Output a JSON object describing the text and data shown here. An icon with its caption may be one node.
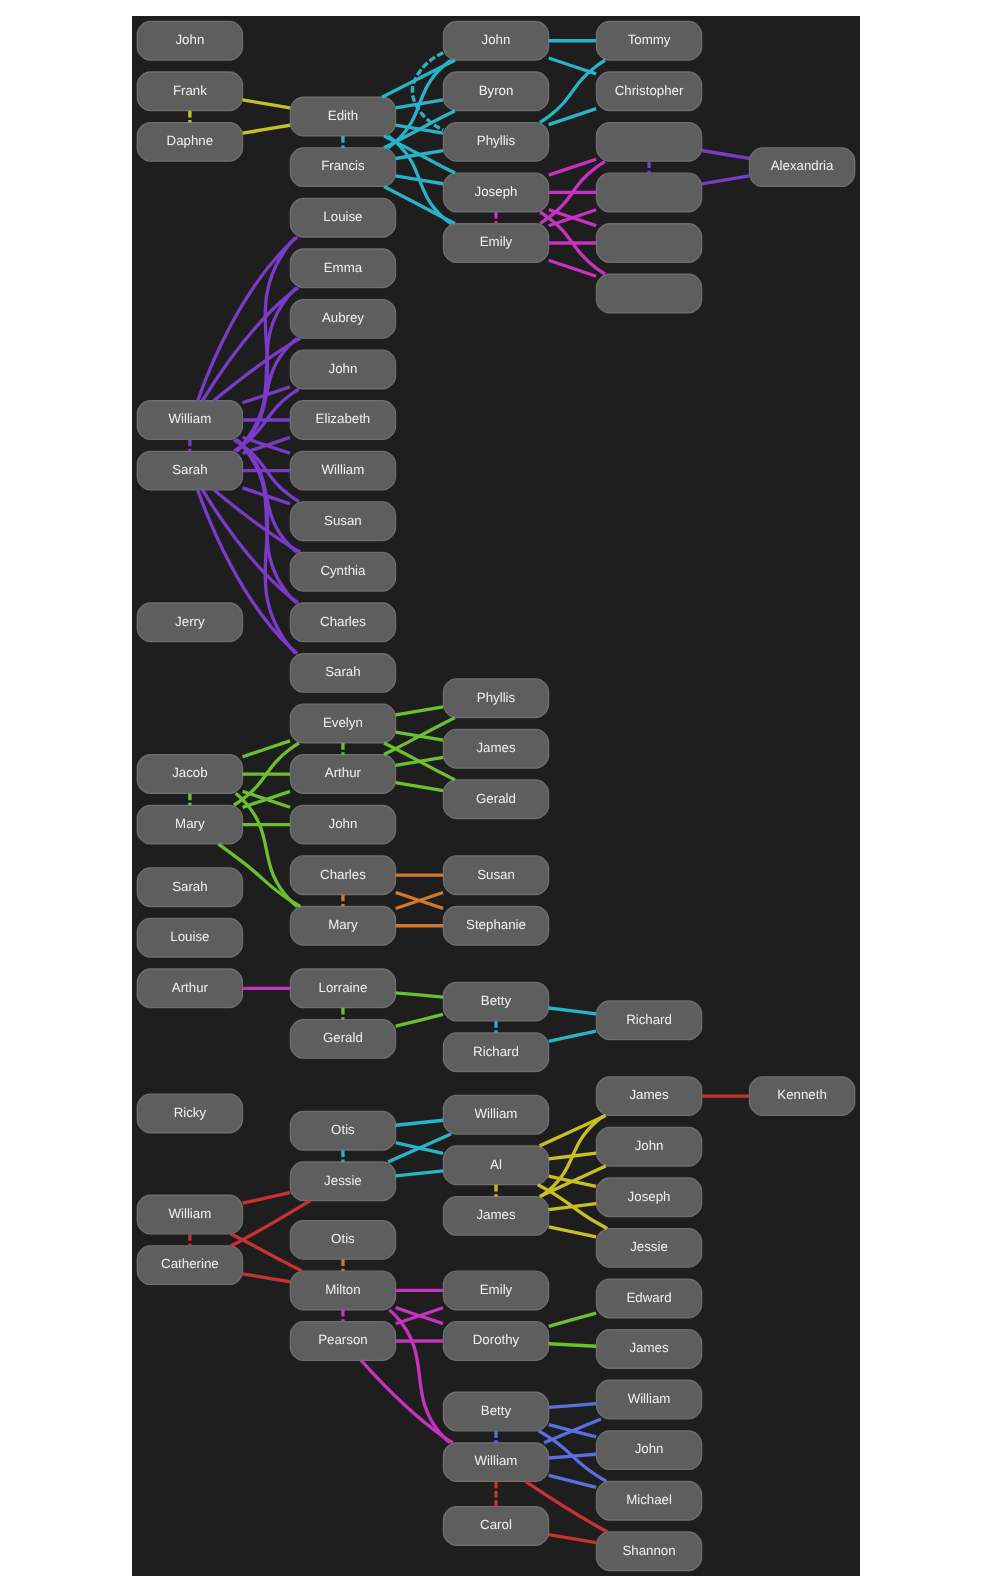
{
  "diagram": {
    "nodes": [
      {
        "text": [
          "William"
        ]
      },
      {
        "text": [
          "Catherine"
        ]
      },
      {
        "text": [
          "Otis"
        ]
      },
      {
        "text": [
          "Jessie"
        ]
      },
      {
        "text": [
          "Otis"
        ]
      },
      {
        "text": [
          "Milton"
        ]
      },
      {
        "text": [
          "Pearson"
        ]
      },
      {
        "text": [
          "William"
        ]
      },
      {
        "text": [
          "Al"
        ]
      },
      {
        "text": [
          "James"
        ]
      },
      {
        "text": [
          "Emily"
        ]
      },
      {
        "text": [
          "Dorothy"
        ]
      },
      {
        "text": [
          "Betty"
        ]
      },
      {
        "text": [
          "William"
        ]
      },
      {
        "text": [
          "Carol"
        ]
      },
      {
        "text": [
          "James"
        ]
      },
      {
        "text": [
          "John"
        ]
      },
      {
        "text": [
          "Joseph"
        ]
      },
      {
        "text": [
          "Jessie"
        ]
      },
      {
        "text": [
          "Edward"
        ]
      },
      {
        "text": [
          "James"
        ]
      },
      {
        "text": [
          "William"
        ]
      },
      {
        "text": [
          "John"
        ]
      },
      {
        "text": [
          "Michael"
        ]
      },
      {
        "text": [
          "Shannon"
        ]
      },
      {
        "text": [
          "Kenneth"
        ]
      },
      {
        "text": [
          "Ricky"
        ]
      },
      {
        "text": [
          "Arthur"
        ]
      },
      {
        "text": [
          "Lorraine"
        ]
      },
      {
        "text": [
          "Gerald"
        ]
      },
      {
        "text": [
          "Betty"
        ]
      },
      {
        "text": [
          "Richard"
        ]
      },
      {
        "text": [
          "Richard"
        ]
      },
      {
        "text": [
          "Louise"
        ]
      },
      {
        "text": [
          "Sarah"
        ]
      },
      {
        "text": [
          "Evelyn"
        ]
      },
      {
        "text": [
          "Arthur"
        ]
      },
      {
        "text": [
          "Jacob"
        ]
      },
      {
        "text": [
          "John"
        ]
      },
      {
        "text": [
          "Mary"
        ]
      },
      {
        "text": [
          "Phyllis"
        ]
      },
      {
        "text": [
          "James"
        ]
      },
      {
        "text": [
          "Gerald"
        ]
      },
      {
        "text": [
          "Jerry"
        ]
      },
      {
        "text": [
          "Charles"
        ]
      },
      {
        "text": [
          "Susan"
        ]
      },
      {
        "text": [
          "Mary"
        ]
      },
      {
        "text": [
          "Stephanie"
        ]
      },
      {
        "text": [
          "William"
        ]
      },
      {
        "text": [
          "Sarah"
        ]
      },
      {
        "text": [
          "Louise"
        ]
      },
      {
        "text": [
          "Susan"
        ]
      },
      {
        "text": [
          "Aubrey"
        ]
      },
      {
        "text": [
          "Emma"
        ]
      },
      {
        "text": [
          "John"
        ]
      },
      {
        "text": [
          "Elizabeth"
        ]
      },
      {
        "text": [
          "William"
        ]
      },
      {
        "text": [
          "Charles"
        ]
      },
      {
        "text": [
          "Sarah"
        ]
      },
      {
        "text": [
          "Cynthia"
        ]
      },
      {
        "text": [
          "Frank"
        ]
      },
      {
        "text": [
          "Daphne"
        ]
      },
      {
        "text": [
          "John"
        ]
      },
      {
        "text": [
          "Edith"
        ]
      },
      {
        "text": [
          "Francis"
        ]
      },
      {
        "text": [
          "Byron"
        ]
      },
      {
        "text": [
          "John"
        ]
      },
      {
        "text": [
          "Phyllis"
        ]
      },
      {
        "text": [
          "Joseph"
        ]
      },
      {
        "text": [
          "Emily"
        ]
      },
      {
        "text": [
          "Tommy"
        ]
      },
      {
        "text": [
          "Christopher"
        ]
      },
      {
        "text": [],
        "shape": "box"
      },
      {
        "text": [],
        "shape": "box"
      },
      {
        "text": [],
        "shape": "box"
      },
      {
        "text": [],
        "shape": "box"
      },
      {
        "text": [
          "Alexandria"
        ]
      }
    ],
    "edges": [
      {
        "from": 0,
        "to": 1,
        "arrow": "none",
        "style": "dashed",
        "color": "#c83232"
      },
      {
        "from": 2,
        "to": 3,
        "arrow": "none",
        "style": "dashed",
        "color": "#28b4c8"
      },
      {
        "from": 4,
        "to": 5,
        "arrow": "none",
        "style": "dashed",
        "color": "#d0782c"
      },
      {
        "from": 5,
        "to": 6,
        "arrow": "none",
        "style": "dashed",
        "color": "#c832c0"
      },
      {
        "from": 8,
        "to": 9,
        "arrow": "none",
        "style": "dashed",
        "color": "#c8c020"
      },
      {
        "from": 12,
        "to": 13,
        "arrow": "none",
        "style": "dashed",
        "color": "#5a70e0"
      },
      {
        "from": 13,
        "to": 14,
        "arrow": "none",
        "style": "dashed",
        "color": "#c83232"
      },
      {
        "from": 28,
        "to": 29,
        "arrow": "none",
        "style": "dashed",
        "color": "#6cc030"
      },
      {
        "from": 30,
        "to": 31,
        "arrow": "none",
        "style": "dashed",
        "color": "#28b4c8"
      },
      {
        "from": 37,
        "to": 39,
        "arrow": "none",
        "style": "dashed",
        "color": "#6cc030"
      },
      {
        "from": 35,
        "to": 36,
        "arrow": "none",
        "style": "dashed",
        "color": "#6cc030"
      },
      {
        "from": 44,
        "to": 46,
        "arrow": "none",
        "style": "dashed",
        "color": "#d0782c"
      },
      {
        "from": 48,
        "to": 49,
        "arrow": "none",
        "style": "dashed",
        "color": "#7a3cc8"
      },
      {
        "from": 60,
        "to": 61,
        "arrow": "none",
        "style": "dashed",
        "color": "#c8c020"
      },
      {
        "from": 63,
        "to": 64,
        "arrow": "none",
        "style": "dashed",
        "color": "#28b4c8"
      },
      {
        "from": 66,
        "to": 67,
        "arrow": "none",
        "style": "dashed",
        "color": "#28b4c8"
      },
      {
        "from": 68,
        "to": 69,
        "arrow": "none",
        "style": "dashed",
        "color": "#c832c0"
      },
      {
        "from": 72,
        "to": 73,
        "arrow": "none",
        "style": "dashed",
        "color": "#7a3cc8"
      },
      {
        "from": 0,
        "to": 3,
        "arrow": "none",
        "color": "#c83232"
      },
      {
        "from": 0,
        "to": 5,
        "arrow": "none",
        "color": "#c83232"
      },
      {
        "from": 1,
        "to": 3,
        "arrow": "none",
        "color": "#c83232"
      },
      {
        "from": 1,
        "to": 5,
        "arrow": "none",
        "color": "#c83232"
      },
      {
        "from": 2,
        "to": 7,
        "arrow": "none",
        "color": "#28b4c8"
      },
      {
        "from": 2,
        "to": 8,
        "arrow": "none",
        "color": "#28b4c8"
      },
      {
        "from": 3,
        "to": 7,
        "arrow": "none",
        "color": "#28b4c8"
      },
      {
        "from": 3,
        "to": 8,
        "arrow": "none",
        "color": "#28b4c8"
      },
      {
        "from": 5,
        "to": 10,
        "arrow": "none",
        "color": "#c832c0"
      },
      {
        "from": 5,
        "to": 11,
        "arrow": "none",
        "color": "#c832c0"
      },
      {
        "from": 5,
        "to": 13,
        "arrow": "none",
        "color": "#c832c0"
      },
      {
        "from": 6,
        "to": 10,
        "arrow": "none",
        "color": "#c832c0"
      },
      {
        "from": 6,
        "to": 11,
        "arrow": "none",
        "color": "#c832c0"
      },
      {
        "from": 6,
        "to": 13,
        "arrow": "none",
        "color": "#c832c0"
      },
      {
        "from": 8,
        "to": 15,
        "arrow": "none",
        "color": "#c8c020"
      },
      {
        "from": 8,
        "to": 16,
        "arrow": "none",
        "color": "#c8c020"
      },
      {
        "from": 8,
        "to": 17,
        "arrow": "none",
        "color": "#c8c020"
      },
      {
        "from": 8,
        "to": 18,
        "arrow": "none",
        "color": "#c8c020"
      },
      {
        "from": 9,
        "to": 15,
        "arrow": "none",
        "color": "#c8c020"
      },
      {
        "from": 9,
        "to": 16,
        "arrow": "none",
        "color": "#c8c020"
      },
      {
        "from": 9,
        "to": 17,
        "arrow": "none",
        "color": "#c8c020"
      },
      {
        "from": 9,
        "to": 18,
        "arrow": "none",
        "color": "#c8c020"
      },
      {
        "from": 11,
        "to": 19,
        "arrow": "none",
        "color": "#6cc030"
      },
      {
        "from": 11,
        "to": 20,
        "arrow": "none",
        "color": "#6cc030"
      },
      {
        "from": 12,
        "to": 21,
        "arrow": "none",
        "color": "#5a70e0"
      },
      {
        "from": 12,
        "to": 22,
        "arrow": "none",
        "color": "#5a70e0"
      },
      {
        "from": 12,
        "to": 23,
        "arrow": "none",
        "color": "#5a70e0"
      },
      {
        "from": 13,
        "to": 21,
        "arrow": "none",
        "color": "#5a70e0"
      },
      {
        "from": 13,
        "to": 22,
        "arrow": "none",
        "color": "#5a70e0"
      },
      {
        "from": 13,
        "to": 23,
        "arrow": "none",
        "color": "#5a70e0"
      },
      {
        "from": 13,
        "to": 24,
        "arrow": "none",
        "color": "#c83232"
      },
      {
        "from": 14,
        "to": 24,
        "arrow": "none",
        "color": "#c83232"
      },
      {
        "from": 15,
        "to": 25,
        "arrow": "none",
        "color": "#c83232"
      },
      {
        "from": 27,
        "to": 28,
        "arrow": "none",
        "color": "#c832c0"
      },
      {
        "from": 28,
        "to": 30,
        "arrow": "none",
        "color": "#6cc030"
      },
      {
        "from": 29,
        "to": 30,
        "arrow": "none",
        "color": "#6cc030"
      },
      {
        "from": 30,
        "to": 32,
        "arrow": "none",
        "color": "#28b4c8"
      },
      {
        "from": 31,
        "to": 32,
        "arrow": "none",
        "color": "#28b4c8"
      },
      {
        "from": 37,
        "to": 35,
        "arrow": "none",
        "color": "#6cc030"
      },
      {
        "from": 37,
        "to": 36,
        "arrow": "none",
        "color": "#6cc030"
      },
      {
        "from": 37,
        "to": 38,
        "arrow": "none",
        "color": "#6cc030"
      },
      {
        "from": 37,
        "to": 46,
        "arrow": "none",
        "color": "#6cc030"
      },
      {
        "from": 39,
        "to": 35,
        "arrow": "none",
        "color": "#6cc030"
      },
      {
        "from": 39,
        "to": 36,
        "arrow": "none",
        "color": "#6cc030"
      },
      {
        "from": 39,
        "to": 38,
        "arrow": "none",
        "color": "#6cc030"
      },
      {
        "from": 39,
        "to": 46,
        "arrow": "none",
        "color": "#6cc030"
      },
      {
        "from": 35,
        "to": 40,
        "arrow": "none",
        "color": "#6cc030"
      },
      {
        "from": 35,
        "to": 41,
        "arrow": "none",
        "color": "#6cc030"
      },
      {
        "from": 35,
        "to": 42,
        "arrow": "none",
        "color": "#6cc030"
      },
      {
        "from": 36,
        "to": 40,
        "arrow": "none",
        "color": "#6cc030"
      },
      {
        "from": 36,
        "to": 41,
        "arrow": "none",
        "color": "#6cc030"
      },
      {
        "from": 36,
        "to": 42,
        "arrow": "none",
        "color": "#6cc030"
      },
      {
        "from": 44,
        "to": 45,
        "arrow": "none",
        "color": "#d0782c"
      },
      {
        "from": 44,
        "to": 47,
        "arrow": "none",
        "color": "#d0782c"
      },
      {
        "from": 46,
        "to": 45,
        "arrow": "none",
        "color": "#d0782c"
      },
      {
        "from": 46,
        "to": 47,
        "arrow": "none",
        "color": "#d0782c"
      },
      {
        "from": 48,
        "to": 50,
        "arrow": "none",
        "color": "#7a3cc8"
      },
      {
        "from": 48,
        "to": 51,
        "arrow": "none",
        "color": "#7a3cc8"
      },
      {
        "from": 48,
        "to": 52,
        "arrow": "none",
        "color": "#7a3cc8"
      },
      {
        "from": 48,
        "to": 53,
        "arrow": "none",
        "color": "#7a3cc8"
      },
      {
        "from": 48,
        "to": 54,
        "arrow": "none",
        "color": "#7a3cc8"
      },
      {
        "from": 48,
        "to": 55,
        "arrow": "none",
        "color": "#7a3cc8"
      },
      {
        "from": 48,
        "to": 56,
        "arrow": "none",
        "color": "#7a3cc8"
      },
      {
        "from": 48,
        "to": 57,
        "arrow": "none",
        "color": "#7a3cc8"
      },
      {
        "from": 48,
        "to": 58,
        "arrow": "none",
        "color": "#7a3cc8"
      },
      {
        "from": 48,
        "to": 59,
        "arrow": "none",
        "color": "#7a3cc8"
      },
      {
        "from": 49,
        "to": 50,
        "arrow": "none",
        "color": "#7a3cc8"
      },
      {
        "from": 49,
        "to": 51,
        "arrow": "none",
        "color": "#7a3cc8"
      },
      {
        "from": 49,
        "to": 52,
        "arrow": "none",
        "color": "#7a3cc8"
      },
      {
        "from": 49,
        "to": 53,
        "arrow": "none",
        "color": "#7a3cc8"
      },
      {
        "from": 49,
        "to": 54,
        "arrow": "none",
        "color": "#7a3cc8"
      },
      {
        "from": 49,
        "to": 55,
        "arrow": "none",
        "color": "#7a3cc8"
      },
      {
        "from": 49,
        "to": 56,
        "arrow": "none",
        "color": "#7a3cc8"
      },
      {
        "from": 49,
        "to": 57,
        "arrow": "none",
        "color": "#7a3cc8"
      },
      {
        "from": 49,
        "to": 58,
        "arrow": "none",
        "color": "#7a3cc8"
      },
      {
        "from": 49,
        "to": 59,
        "arrow": "none",
        "color": "#7a3cc8"
      },
      {
        "from": 60,
        "to": 63,
        "arrow": "none",
        "color": "#c8c020"
      },
      {
        "from": 61,
        "to": 63,
        "arrow": "none",
        "color": "#c8c020"
      },
      {
        "from": 63,
        "to": 65,
        "arrow": "none",
        "color": "#28b4c8"
      },
      {
        "from": 63,
        "to": 66,
        "arrow": "none",
        "color": "#28b4c8"
      },
      {
        "from": 63,
        "to": 67,
        "arrow": "none",
        "color": "#28b4c8"
      },
      {
        "from": 63,
        "to": 68,
        "arrow": "none",
        "color": "#28b4c8"
      },
      {
        "from": 63,
        "to": 69,
        "arrow": "none",
        "color": "#28b4c8"
      },
      {
        "from": 64,
        "to": 65,
        "arrow": "none",
        "color": "#28b4c8"
      },
      {
        "from": 64,
        "to": 66,
        "arrow": "none",
        "color": "#28b4c8"
      },
      {
        "from": 64,
        "to": 67,
        "arrow": "none",
        "color": "#28b4c8"
      },
      {
        "from": 64,
        "to": 68,
        "arrow": "none",
        "color": "#28b4c8"
      },
      {
        "from": 64,
        "to": 69,
        "arrow": "none",
        "color": "#28b4c8"
      },
      {
        "from": 66,
        "to": 70,
        "arrow": "none",
        "color": "#28b4c8"
      },
      {
        "from": 66,
        "to": 71,
        "arrow": "none",
        "color": "#28b4c8"
      },
      {
        "from": 67,
        "to": 70,
        "arrow": "none",
        "color": "#28b4c8"
      },
      {
        "from": 67,
        "to": 71,
        "arrow": "none",
        "color": "#28b4c8"
      },
      {
        "from": 68,
        "to": 72,
        "arrow": "none",
        "color": "#c832c0"
      },
      {
        "from": 68,
        "to": 73,
        "arrow": "none",
        "color": "#c832c0"
      },
      {
        "from": 68,
        "to": 74,
        "arrow": "none",
        "color": "#c832c0"
      },
      {
        "from": 68,
        "to": 75,
        "arrow": "none",
        "color": "#c832c0"
      },
      {
        "from": 69,
        "to": 72,
        "arrow": "none",
        "color": "#c832c0"
      },
      {
        "from": 69,
        "to": 73,
        "arrow": "none",
        "color": "#c832c0"
      },
      {
        "from": 69,
        "to": 74,
        "arrow": "none",
        "color": "#c832c0"
      },
      {
        "from": 69,
        "to": 75,
        "arrow": "none",
        "color": "#c832c0"
      },
      {
        "from": 72,
        "to": 76,
        "arrow": "none",
        "color": "#7a3cc8"
      },
      {
        "from": 73,
        "to": 76,
        "arrow": "none",
        "color": "#7a3cc8"
      }
    ]
  }
}
